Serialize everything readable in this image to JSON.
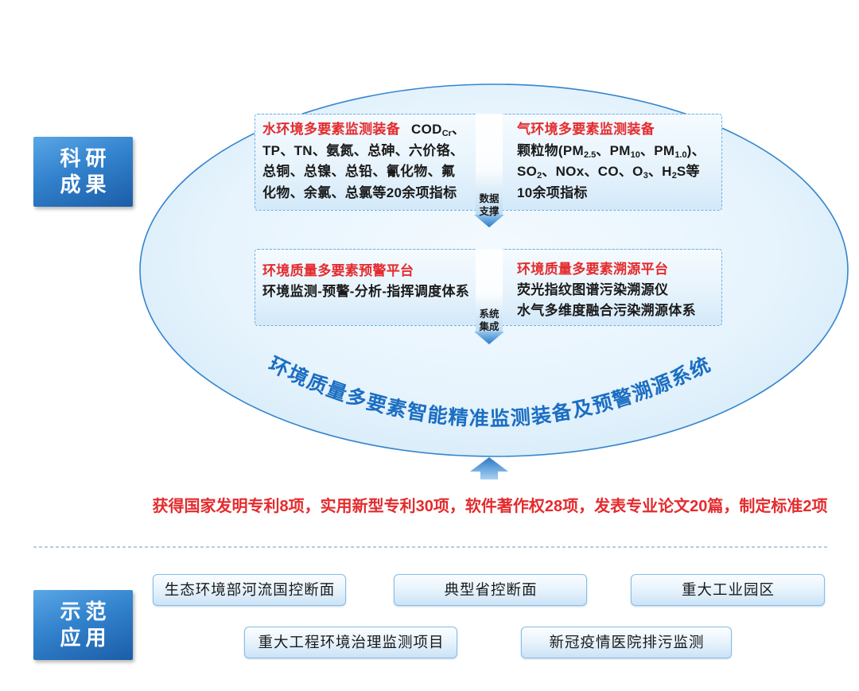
{
  "side_labels": {
    "research": {
      "line1": "科研",
      "line2": "成果"
    },
    "demo": {
      "line1": "示范",
      "line2": "应用"
    }
  },
  "equipment_panel": {
    "water": {
      "title": "水环境多要素监测装备",
      "lead": [
        "COD",
        "Cr",
        "、"
      ],
      "lines": [
        "TP、TN、氨氮、总砷、六价铬、",
        "总铜、总镍、总铅、氰化物、氟",
        "化物、余氯、总氯等20余项指标"
      ]
    },
    "air": {
      "title": "气环境多要素监测装备",
      "line1": [
        "颗粒物(PM",
        "2.5",
        "、PM",
        "10",
        "、PM",
        "1.0",
        ")、"
      ],
      "line2": [
        "SO",
        "2",
        "、NOx、CO、O",
        "3",
        "、H",
        "2",
        "S等"
      ],
      "line3": "10余项指标"
    },
    "connector": {
      "line1": "数据",
      "line2": "支撑"
    }
  },
  "platform_panel": {
    "warning": {
      "title": "环境质量多要素预警平台",
      "lines": [
        "环境监测-预警-分析-指挥调度体系"
      ]
    },
    "tracing": {
      "title": "环境质量多要素溯源平台",
      "lines": [
        "荧光指纹图谱污染溯源仪",
        "水气多维度融合污染溯源体系"
      ]
    },
    "connector": {
      "line1": "系统",
      "line2": "集成"
    }
  },
  "system_title": "环境质量多要素智能精准监测装备及预警溯源系统",
  "achievements": "获得国家发明专利8项，实用新型专利30项，软件著作权28项，发表专业论文20篇，制定标准2项",
  "applications": [
    "生态环境部河流国控断面",
    "典型省控断面",
    "重大工业园区",
    "重大工程环境治理监测项目",
    "新冠疫情医院排污监测"
  ],
  "icons": {
    "flow_up": "up-arrow-icon",
    "connector_down": "down-arrow-icon"
  },
  "colors": {
    "highlight_red": "#e42b2d",
    "title_blue": "#1b6ec2",
    "label_blue": "#2f7fca",
    "ellipse_border": "#3585cc"
  }
}
